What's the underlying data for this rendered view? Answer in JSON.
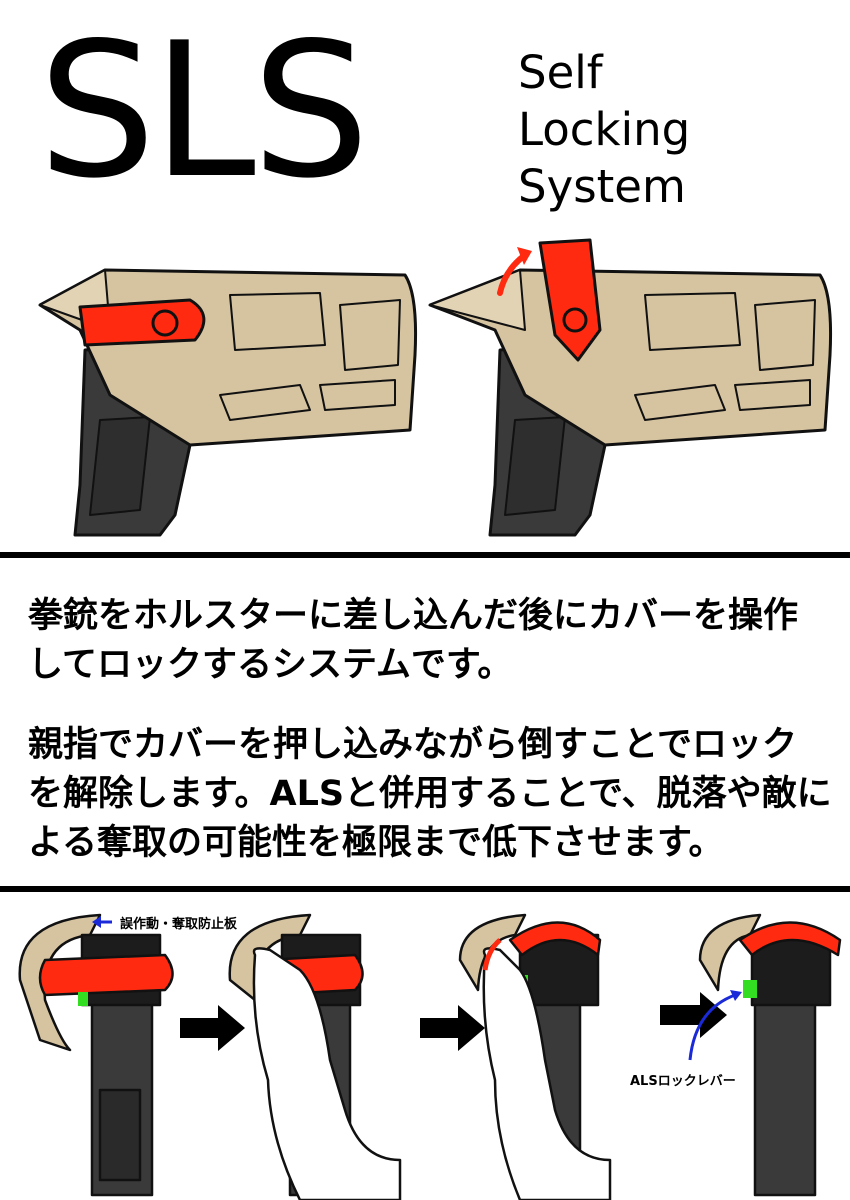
{
  "header": {
    "title": "SLS",
    "subtitle_lines": [
      "Self",
      "Locking",
      "System"
    ]
  },
  "body_text": {
    "paragraph1": [
      "拳銃をホルスターに差し込んだ後にカバーを操作",
      "してロックするシステムです。"
    ],
    "paragraph2": [
      "親指でカバーを押し込みながら倒すことでロック",
      "を解除します。ALSと併用することで、脱落や敵に",
      "よる奪取の可能性を極限まで低下させます。"
    ]
  },
  "labels": {
    "guard_plate": "誤作動・奪取防止板",
    "als_lever": "ALSロックレバー"
  },
  "colors": {
    "holster": "#d6c4a1",
    "cover": "#ff2a10",
    "grip": "#3a3a3a",
    "als_lever": "#33dd22",
    "arrow_blue": "#1a2ad8"
  }
}
